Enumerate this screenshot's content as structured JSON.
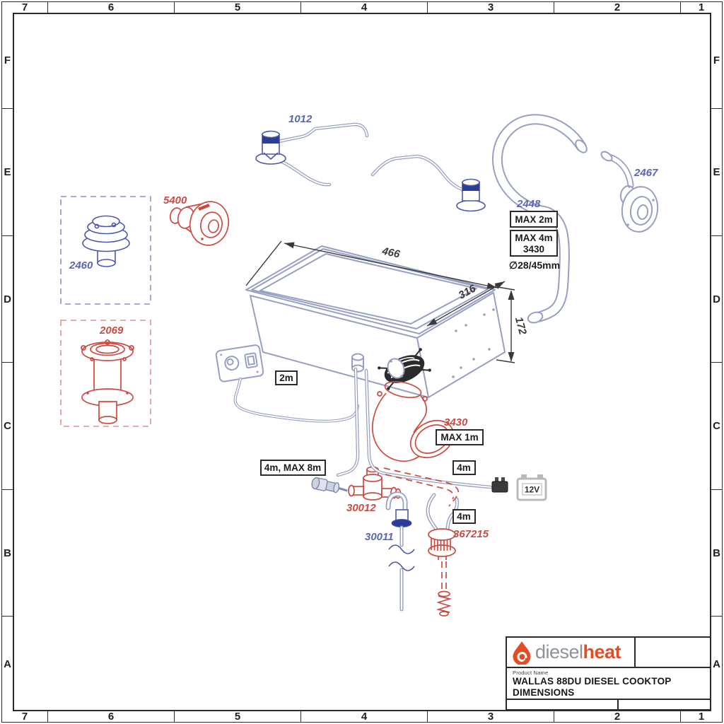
{
  "frame": {
    "cols": [
      "7",
      "6",
      "5",
      "4",
      "3",
      "2",
      "1"
    ],
    "rows": [
      "F",
      "E",
      "D",
      "C",
      "B",
      "A"
    ]
  },
  "parts": {
    "fuel_pump": {
      "id": "1012"
    },
    "exhaust_hose": {
      "id": "2448"
    },
    "through_hull": {
      "id": "2467"
    },
    "deck_chimney": {
      "id": "2460"
    },
    "side_exit_fitting": {
      "id": "5400"
    },
    "tall_deck_chimney": {
      "id": "2069"
    },
    "elbow_duct": {
      "id": "3430"
    },
    "shutoff_valve": {
      "id": "30012"
    },
    "fuel_pickup": {
      "id": "30011"
    },
    "tank_connector": {
      "id": "367215"
    }
  },
  "callouts": {
    "max_2m": "MAX 2m",
    "max_4m_line1": "MAX 4m",
    "max_4m_line2": "3430",
    "hose_diameter": "∅28/45mm",
    "panel_cable": "2m",
    "elbow_max": "MAX 1m",
    "fuel_line": "4m, MAX 8m",
    "power_cable": "4m",
    "tank_line": "4m",
    "battery": "12V"
  },
  "dimensions": {
    "width_mm": "466",
    "depth_mm": "316",
    "height_mm": "172"
  },
  "title_block": {
    "brand_part1": "diesel",
    "brand_part2": "heat",
    "field_label": "Product Name",
    "line1": "WALLAS 88DU DIESEL COOKTOP",
    "line2": "DIMENSIONS"
  },
  "colors": {
    "line": "#97a0c3",
    "blue": "#4c59a8",
    "blue_lbl": "#5a66b0",
    "blue_dark": "#2c3e93",
    "red": "#cc4b41",
    "dash_blue": "#8a93c4",
    "dash_red": "#dc968f",
    "brand_orange": "#e14e25",
    "brand_gray": "#8d939a",
    "battery_gray": "#b8b8b8"
  }
}
